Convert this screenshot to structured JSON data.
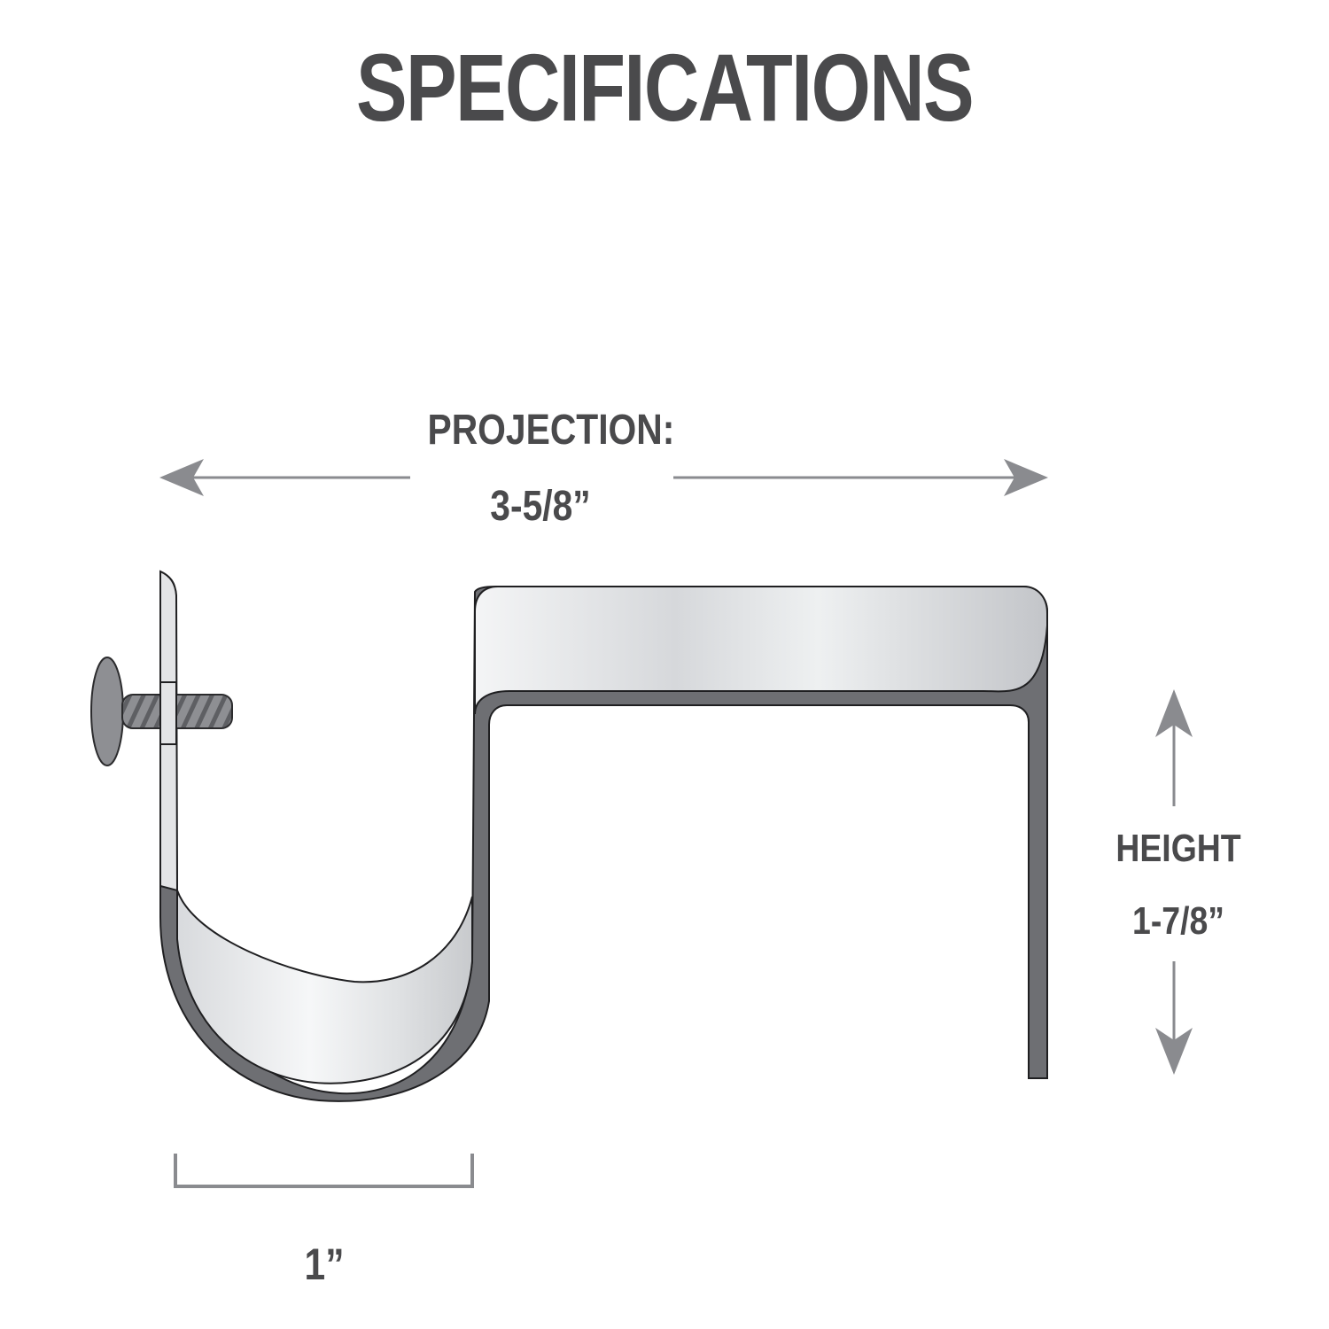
{
  "title": "SPECIFICATIONS",
  "projection": {
    "label": "PROJECTION:",
    "value": "3-5/8”"
  },
  "height": {
    "label": "HEIGHT",
    "value": "1-7/8”"
  },
  "width": {
    "value": "1”"
  },
  "colors": {
    "text": "#4a4a4c",
    "arrow": "#8a8b8f",
    "bracket_dark": "#6e6f73",
    "bracket_light": "#e6e7e9",
    "outline": "#1f1f21"
  },
  "icons": [
    "left-arrow-icon",
    "right-arrow-icon",
    "up-arrow-icon",
    "down-arrow-icon",
    "screw-icon",
    "curtain-bracket-icon"
  ]
}
